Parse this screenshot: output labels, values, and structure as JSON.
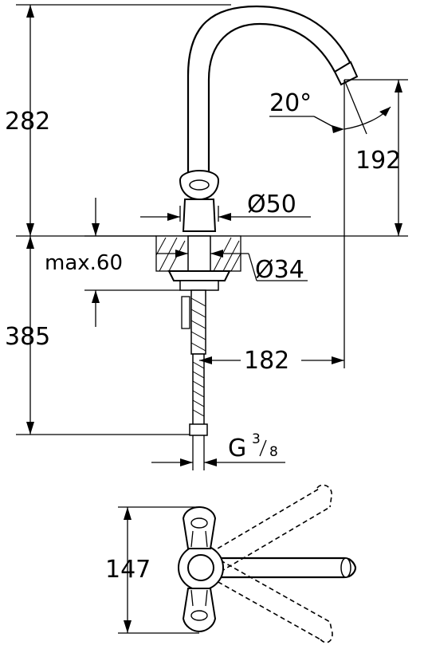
{
  "dimensions": {
    "spout_height": "282",
    "spout_tip_height": "192",
    "spout_angle": "20°",
    "base_diameter": "Ø50",
    "hole_diameter": "Ø34",
    "max_thickness": "max.60",
    "under_deck_length": "385",
    "reach": "182",
    "connection_main": "G",
    "connection_num": "3",
    "connection_den": "8",
    "handle_spread": "147"
  }
}
